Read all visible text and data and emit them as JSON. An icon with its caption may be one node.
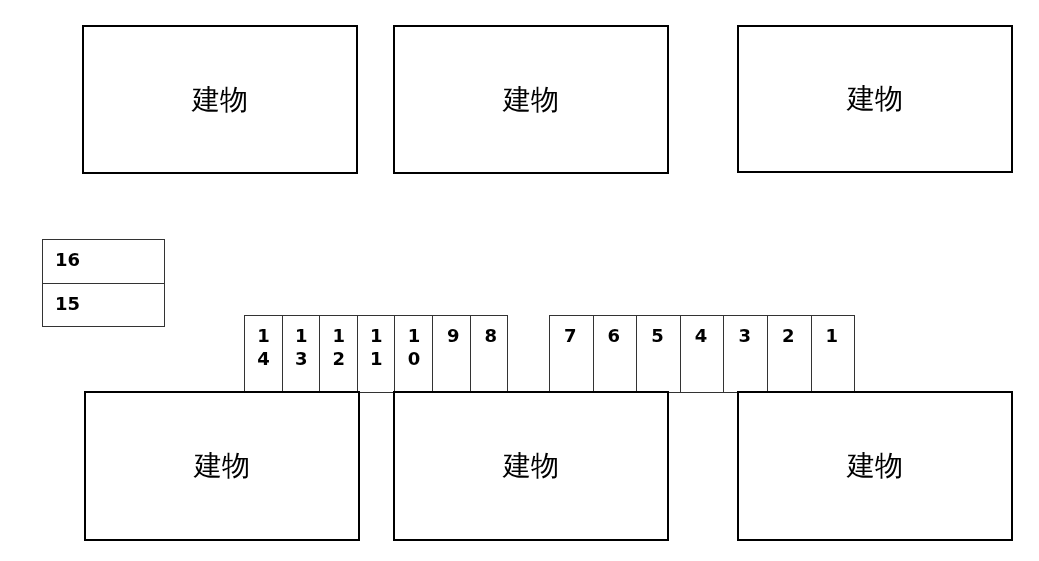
{
  "diagram": {
    "nodes": [
      {
        "text": [
          "建物"
        ]
      },
      {
        "text": [
          "建物"
        ]
      },
      {
        "text": [
          "建物"
        ]
      },
      {
        "text": [
          "16"
        ]
      },
      {
        "text": [
          "15"
        ]
      },
      {
        "text": [
          "14"
        ]
      },
      {
        "text": [
          "13"
        ]
      },
      {
        "text": [
          "12"
        ]
      },
      {
        "text": [
          "11"
        ]
      },
      {
        "text": [
          "10"
        ]
      },
      {
        "text": [
          "9"
        ]
      },
      {
        "text": [
          "8"
        ]
      },
      {
        "text": [
          "7"
        ]
      },
      {
        "text": [
          "6"
        ]
      },
      {
        "text": [
          "5"
        ]
      },
      {
        "text": [
          "4"
        ]
      },
      {
        "text": [
          "3"
        ]
      },
      {
        "text": [
          "2"
        ]
      },
      {
        "text": [
          "1"
        ]
      },
      {
        "text": [
          "建物"
        ]
      },
      {
        "text": [
          "建物"
        ]
      },
      {
        "text": [
          "建物"
        ]
      }
    ]
  }
}
